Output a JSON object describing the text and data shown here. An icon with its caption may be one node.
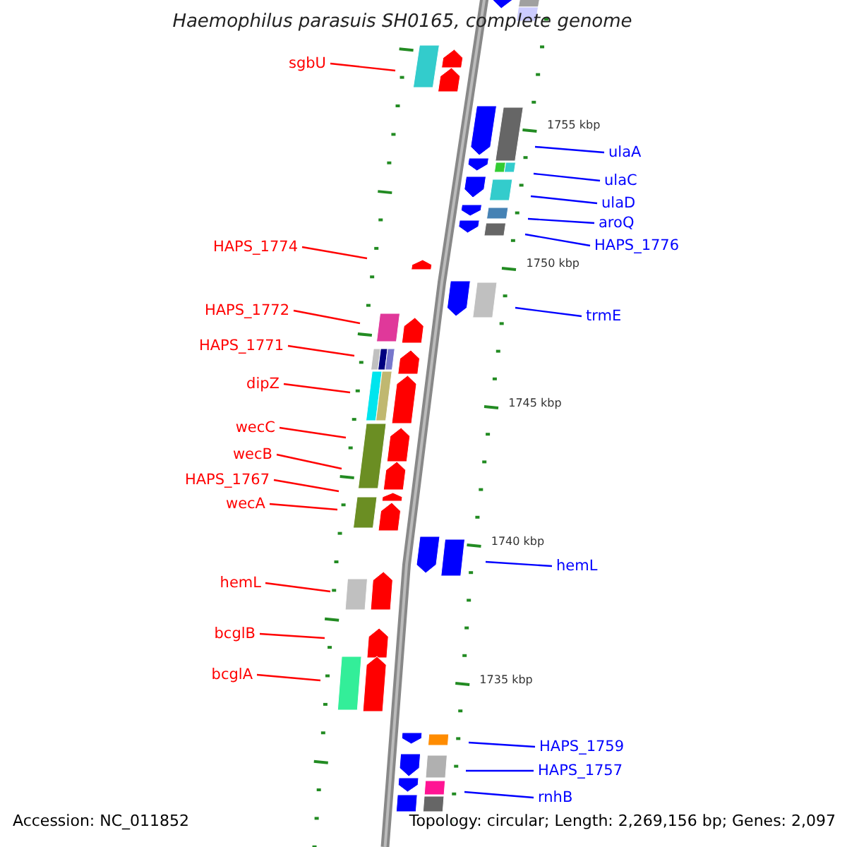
{
  "diagram": {
    "title": "Haemophilus parasuis SH0165, complete genome",
    "nodes": [
      {
        "text": [
          "sgbU"
        ]
      },
      {
        "text": [
          "ulaA"
        ]
      },
      {
        "text": [
          "ulaC"
        ]
      },
      {
        "text": [
          "ulaD"
        ]
      },
      {
        "text": [
          "aroQ"
        ]
      },
      {
        "text": [
          "HAPS_1776"
        ]
      },
      {
        "text": [
          "HAPS_1774"
        ]
      },
      {
        "text": [
          "HAPS_1772"
        ]
      },
      {
        "text": [
          "trmE"
        ]
      },
      {
        "text": [
          "HAPS_1771"
        ]
      },
      {
        "text": [
          "dipZ"
        ]
      },
      {
        "text": [
          "wecC"
        ]
      },
      {
        "text": [
          "wecB"
        ]
      },
      {
        "text": [
          "HAPS_1767"
        ]
      },
      {
        "text": [
          "wecA"
        ]
      },
      {
        "text": [
          "hemL"
        ]
      },
      {
        "text": [
          "hemL"
        ]
      },
      {
        "text": [
          "bcglB"
        ]
      },
      {
        "text": [
          "bcglA"
        ]
      },
      {
        "text": [
          "HAPS_1759"
        ]
      },
      {
        "text": [
          "HAPS_1757"
        ]
      },
      {
        "text": [
          "rnhB"
        ]
      }
    ],
    "edges": [
      {
        "from": 0,
        "to": null,
        "arrow": "none"
      },
      {
        "from": 1,
        "to": null,
        "arrow": "none",
        "color": "#0000ff"
      },
      {
        "from": 2,
        "to": null,
        "arrow": "none",
        "color": "#0000ff"
      },
      {
        "from": 3,
        "to": null,
        "arrow": "none",
        "color": "#0000ff"
      },
      {
        "from": 4,
        "to": null,
        "arrow": "none",
        "color": "#0000ff"
      },
      {
        "from": 5,
        "to": null,
        "arrow": "none",
        "color": "#0000ff"
      },
      {
        "from": 6,
        "to": null,
        "arrow": "none"
      },
      {
        "from": 7,
        "to": null,
        "arrow": "none"
      },
      {
        "from": 8,
        "to": null,
        "arrow": "none",
        "color": "#0000ff"
      },
      {
        "from": 9,
        "to": null,
        "arrow": "none"
      },
      {
        "from": 10,
        "to": null,
        "arrow": "none"
      },
      {
        "from": 11,
        "to": null,
        "arrow": "none"
      },
      {
        "from": 12,
        "to": null,
        "arrow": "none"
      },
      {
        "from": 13,
        "to": null,
        "arrow": "none"
      },
      {
        "from": 14,
        "to": null,
        "arrow": "none"
      },
      {
        "from": 15,
        "to": null,
        "arrow": "none",
        "color": "#0000ff"
      },
      {
        "from": 16,
        "to": null,
        "arrow": "none"
      },
      {
        "from": 17,
        "to": null,
        "arrow": "none"
      },
      {
        "from": 18,
        "to": null,
        "arrow": "none"
      },
      {
        "from": 19,
        "to": null,
        "arrow": "none",
        "color": "#0000ff"
      },
      {
        "from": 20,
        "to": null,
        "arrow": "none",
        "color": "#0000ff"
      },
      {
        "from": 21,
        "to": null,
        "arrow": "none",
        "color": "#0000ff"
      }
    ],
    "labels": [
      "1755 kbp",
      "1750 kbp",
      "1745 kbp",
      "1740 kbp",
      "1735 kbp",
      "Accession: NC_011852",
      "Topology: circular; Length: 2,269,156 bp; Genes: 2,097"
    ]
  }
}
